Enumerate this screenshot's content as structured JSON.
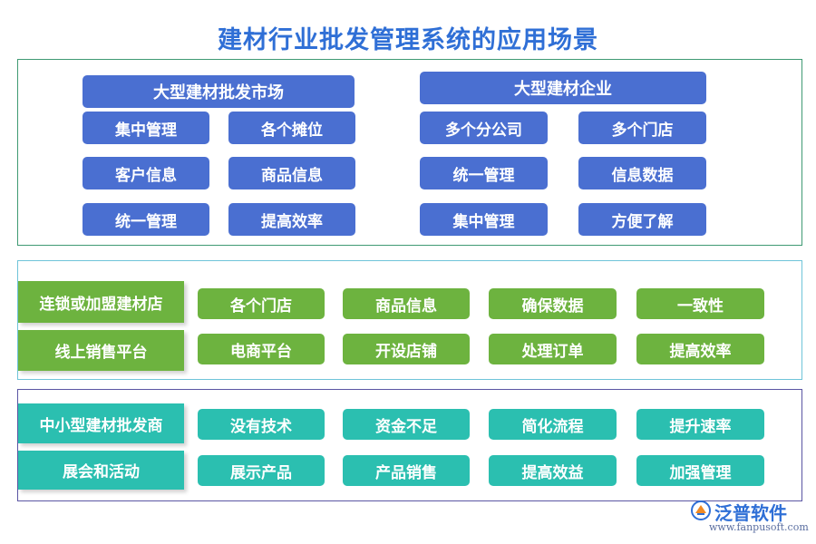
{
  "title": "建材行业批发管理系统的应用场景",
  "section1": {
    "left": {
      "header": "大型建材批发市场",
      "items": [
        "集中管理",
        "各个摊位",
        "客户信息",
        "商品信息",
        "统一管理",
        "提高效率"
      ]
    },
    "right": {
      "header": "大型建材企业",
      "items": [
        "多个分公司",
        "多个门店",
        "统一管理",
        "信息数据",
        "集中管理",
        "方便了解"
      ]
    }
  },
  "section2": {
    "rows": [
      {
        "header": "连锁或加盟建材店",
        "items": [
          "各个门店",
          "商品信息",
          "确保数据",
          "一致性"
        ]
      },
      {
        "header": "线上销售平台",
        "items": [
          "电商平台",
          "开设店铺",
          "处理订单",
          "提高效率"
        ]
      }
    ]
  },
  "section3": {
    "rows": [
      {
        "header": "中小型建材批发商",
        "items": [
          "没有技术",
          "资金不足",
          "简化流程",
          "提升速率"
        ]
      },
      {
        "header": "展会和活动",
        "items": [
          "展示产品",
          "产品销售",
          "提高效益",
          "加强管理"
        ]
      }
    ]
  },
  "logo": {
    "name": "泛普软件",
    "url": "www.fanpusoft.com"
  },
  "colors": {
    "title": "#2f6fd6",
    "blue": "#4a6fd1",
    "green": "#6db33f",
    "teal": "#2bbfb0"
  }
}
